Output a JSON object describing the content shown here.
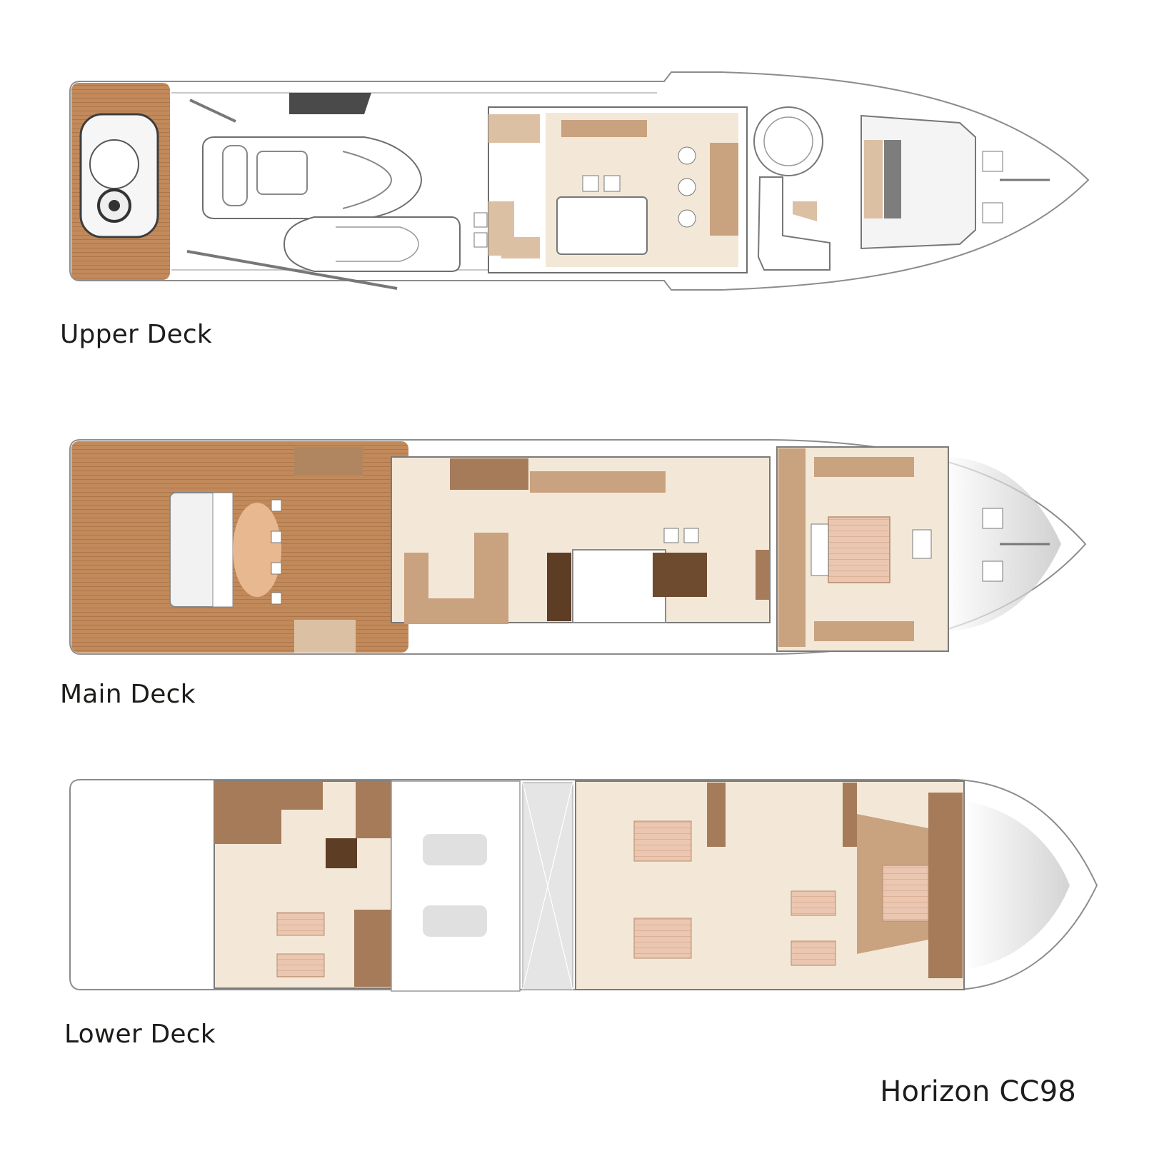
{
  "decks": [
    {
      "key": "upper",
      "label": "Upper Deck"
    },
    {
      "key": "main",
      "label": "Main Deck"
    },
    {
      "key": "lower",
      "label": "Lower Deck"
    }
  ],
  "model": "Horizon CC98",
  "colors": {
    "teak": "#c28a5b",
    "brown_dark": "#a57b5a",
    "brown_mid": "#c9a27f",
    "tan": "#dcc0a3",
    "beige": "#f3e8d7",
    "bed": "#ebc6b0",
    "grey": "#dfdfdf",
    "hull_line": "#8c8c8c"
  }
}
